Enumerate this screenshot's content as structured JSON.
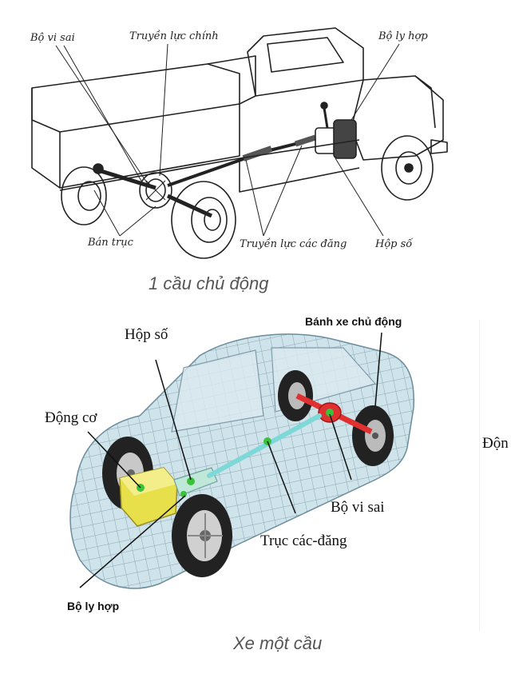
{
  "top_diagram": {
    "labels": {
      "differential": "Bộ vi sai",
      "final_drive": "Truyền lực chính",
      "clutch": "Bộ ly hợp",
      "half_shaft": "Bán trục",
      "cardan_shafts": "Truyền lực các đăng",
      "gearbox": "Hộp số"
    },
    "caption": "1 cầu chủ động"
  },
  "bottom_diagram": {
    "labels": {
      "gearbox": "Hộp số",
      "drive_wheel": "Bánh xe chủ động",
      "engine": "Động cơ",
      "differential": "Bộ vi sai",
      "cardan_shaft": "Trục các-đăng",
      "clutch": "Bộ ly hợp"
    },
    "caption": "Xe một cầu",
    "cut_label": "Độn",
    "colors": {
      "body_wire": "#6b8c9c",
      "body_fill": "#cfe3ea",
      "engine": "#e8e04a",
      "shaft": "#7fd8d8",
      "differential": "#e03030",
      "marker": "#39c23a"
    }
  }
}
